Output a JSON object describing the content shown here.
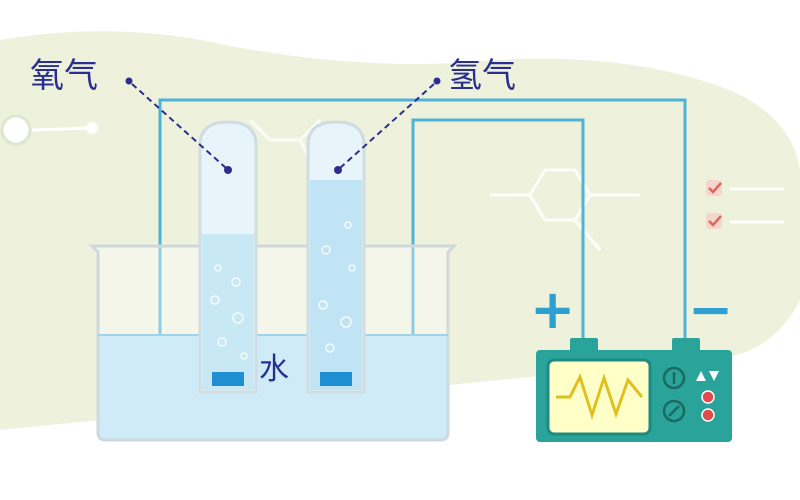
{
  "labels": {
    "oxygen": "氧气",
    "hydrogen": "氢气",
    "water": "水",
    "positive": "+",
    "negative": "−"
  },
  "colors": {
    "background_blob": "#eef2dd",
    "wire": "#4fb3d6",
    "water": "#b6e1f3",
    "tube_gas": "#e7f4fa",
    "electrode": "#1e8fd0",
    "label_text": "#2a2f8f",
    "battery_body": "#2aa49a",
    "battery_screen": "#ffffc8",
    "battery_wave": "#e0c020",
    "battery_button": "#e04b4b",
    "polarity_sign": "#2f9fd0"
  },
  "icons": [
    "check-icon",
    "molecule-icon",
    "sine-wave-icon",
    "play-icon"
  ]
}
